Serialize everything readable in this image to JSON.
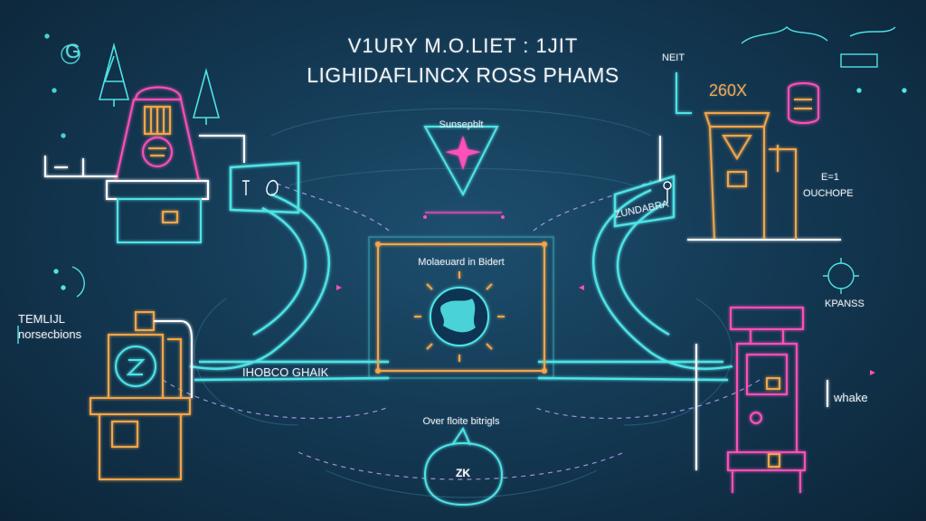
{
  "header": {
    "title_line1": "V1URY M.O.LIET : 1JIT",
    "title_line2": "LIGHIDAFLINCX ROSS PHAMS"
  },
  "labels": {
    "top_left_mark": "G",
    "top_center_pin": "Sunsepblt",
    "center_panel": "Molaeuard in Bidert",
    "center_bottom": "Over floite bitrigls",
    "bottom_bubble": "ZK",
    "left_flow": "IHOBCO GHAIK",
    "left_text_line1": "TEMLIJL",
    "left_text_line2": "norsecbions",
    "right_top_small": "NEIT",
    "right_counter": "260X",
    "right_flow": "ZUNDABRA",
    "right_mid_line1": "E=1",
    "right_mid_line2": "OUCHOPE",
    "right_lower": "KPANSS",
    "right_bottom": "whake"
  },
  "colors": {
    "background": "#143a55",
    "cyan": "#4fe3e6",
    "pink": "#ff4fb8",
    "orange": "#f2a54a",
    "violet": "#c08cff",
    "white": "#ffffff"
  }
}
